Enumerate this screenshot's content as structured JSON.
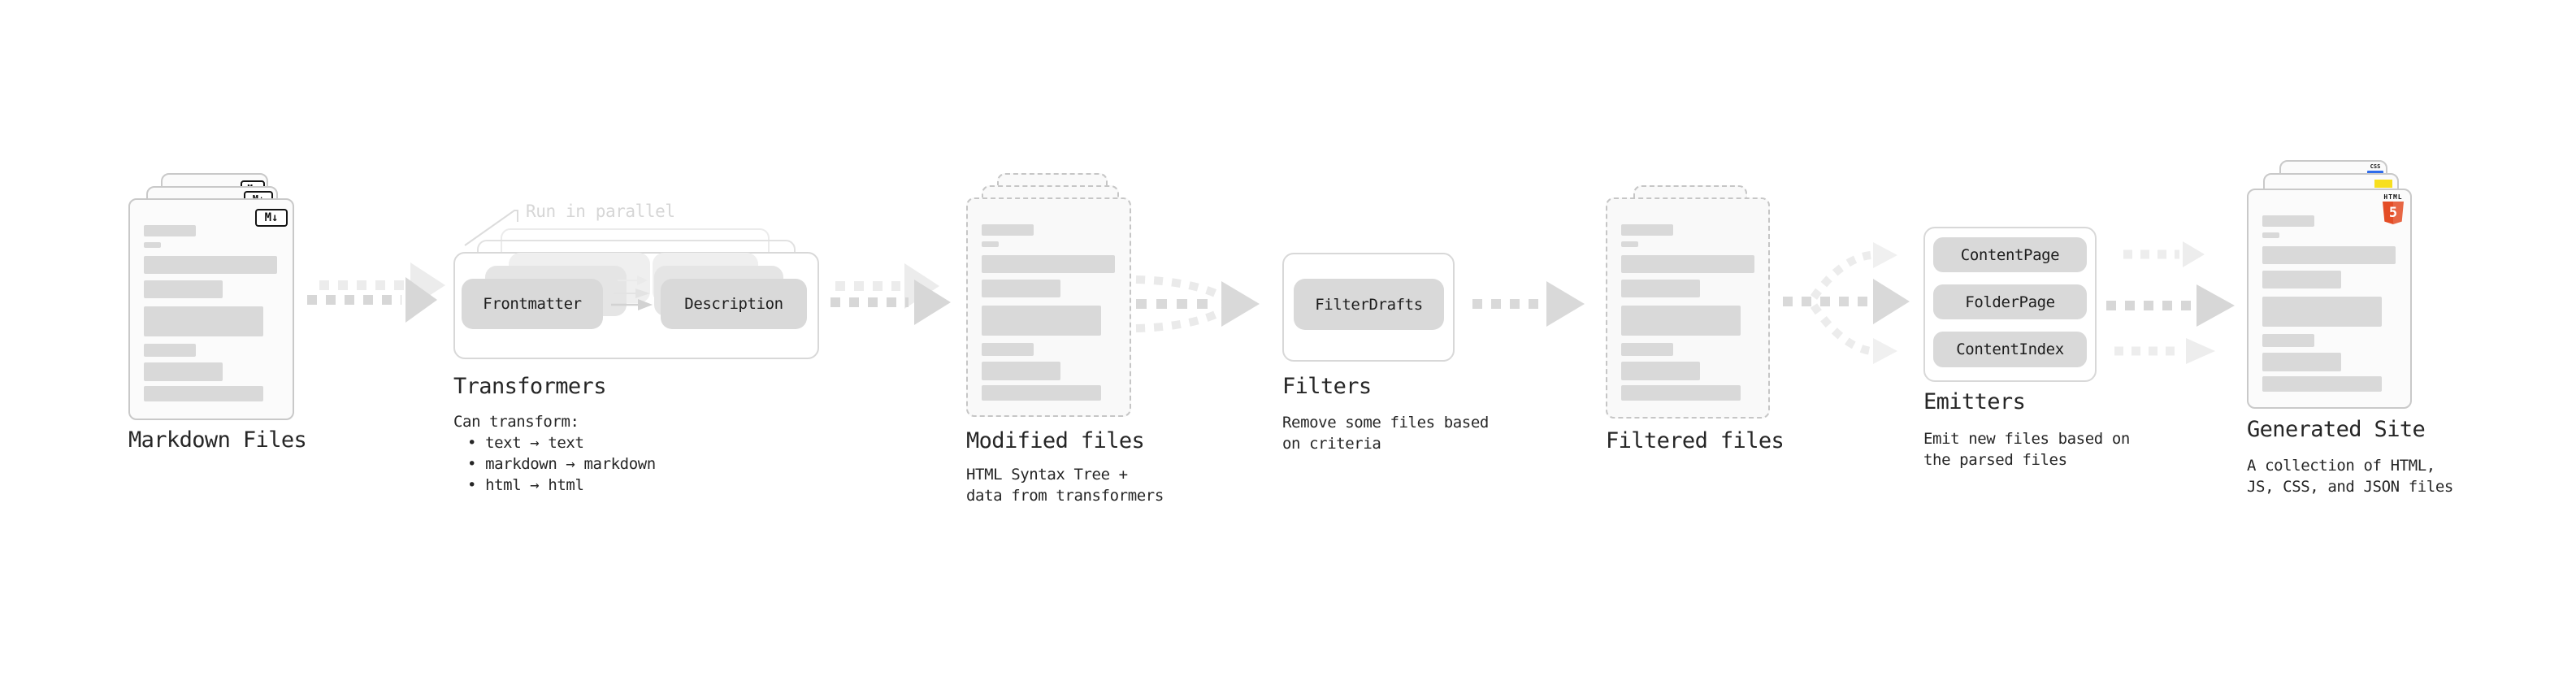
{
  "markdown": {
    "title": "Markdown Files",
    "badge": "M↓"
  },
  "transformers": {
    "note": "Run in parallel",
    "pill_left": "Frontmatter",
    "pill_right": "Description",
    "title": "Transformers",
    "intro": "Can transform:",
    "bullets": [
      "• text → text",
      "• markdown → markdown",
      "• html → html"
    ]
  },
  "modified": {
    "title": "Modified files",
    "desc1": "HTML Syntax Tree +",
    "desc2": "data from transformers"
  },
  "filters": {
    "title": "Filters",
    "pill": "FilterDrafts",
    "desc1": "Remove some files based",
    "desc2": "on criteria"
  },
  "filtered": {
    "title": "Filtered files"
  },
  "emitters": {
    "title": "Emitters",
    "pills": [
      "ContentPage",
      "FolderPage",
      "ContentIndex"
    ],
    "desc1": "Emit new files based on",
    "desc2": "the parsed files"
  },
  "generated": {
    "title": "Generated Site",
    "desc1": "A collection of HTML,",
    "desc2": "JS, CSS, and JSON files",
    "badge_css": "CSS",
    "badge_html": "HTML",
    "badge_five": "5"
  },
  "colors": {
    "html5_orange": "#e44d26",
    "js_yellow": "#f7df1e",
    "css_blue": "#2f6ceb"
  }
}
